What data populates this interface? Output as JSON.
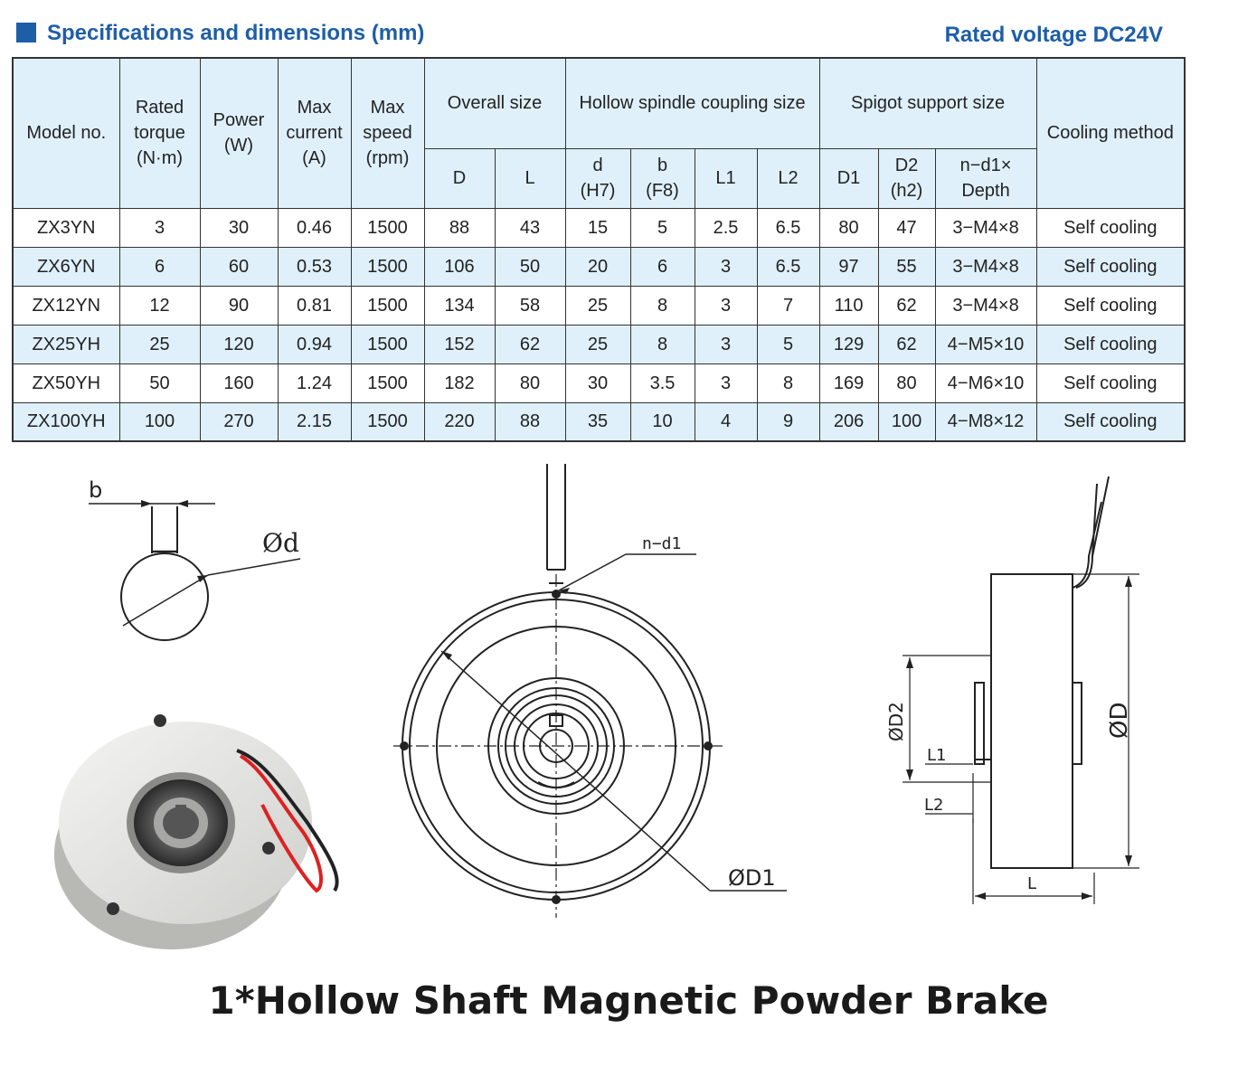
{
  "header": {
    "title": "Specifications and dimensions (mm)",
    "voltage": "Rated voltage DC24V"
  },
  "table": {
    "col_model": "Model no.",
    "col_torque": [
      "Rated",
      "torque",
      "(N·m)"
    ],
    "col_power": [
      "Power",
      "(W)"
    ],
    "col_current": [
      "Max",
      "current",
      "(A)"
    ],
    "col_speed": [
      "Max",
      "speed",
      "(rpm)"
    ],
    "group_overall": "Overall size",
    "group_hollow": "Hollow spindle coupling size",
    "group_spigot": "Spigot support size",
    "col_cooling": "Cooling method",
    "sub_D": "D",
    "sub_L": "L",
    "sub_d": [
      "d",
      "(H7)"
    ],
    "sub_b": [
      "b",
      "(F8)"
    ],
    "sub_L1": "L1",
    "sub_L2": "L2",
    "sub_D1": "D1",
    "sub_D2": [
      "D2",
      "(h2)"
    ],
    "sub_nd1": [
      "n−d1×",
      "Depth"
    ],
    "rows": [
      [
        "ZX3YN",
        "3",
        "30",
        "0.46",
        "1500",
        "88",
        "43",
        "15",
        "5",
        "2.5",
        "6.5",
        "80",
        "47",
        "3−M4×8",
        "Self cooling"
      ],
      [
        "ZX6YN",
        "6",
        "60",
        "0.53",
        "1500",
        "106",
        "50",
        "20",
        "6",
        "3",
        "6.5",
        "97",
        "55",
        "3−M4×8",
        "Self cooling"
      ],
      [
        "ZX12YN",
        "12",
        "90",
        "0.81",
        "1500",
        "134",
        "58",
        "25",
        "8",
        "3",
        "7",
        "110",
        "62",
        "3−M4×8",
        "Self cooling"
      ],
      [
        "ZX25YH",
        "25",
        "120",
        "0.94",
        "1500",
        "152",
        "62",
        "25",
        "8",
        "3",
        "5",
        "129",
        "62",
        "4−M5×10",
        "Self cooling"
      ],
      [
        "ZX50YH",
        "50",
        "160",
        "1.24",
        "1500",
        "182",
        "80",
        "30",
        "3.5",
        "3",
        "8",
        "169",
        "80",
        "4−M6×10",
        "Self cooling"
      ],
      [
        "ZX100YH",
        "100",
        "270",
        "2.15",
        "1500",
        "220",
        "88",
        "35",
        "10",
        "4",
        "9",
        "206",
        "100",
        "4−M8×12",
        "Self cooling"
      ]
    ]
  },
  "drawings": {
    "keyway_b": "b",
    "keyway_d": "Ød",
    "front_nd1": "n−d1",
    "front_D1": "ØD1",
    "side_D2": "ØD2",
    "side_D": "ØD",
    "side_L1": "L1",
    "side_L2": "L2",
    "side_L": "L"
  },
  "caption": "1*Hollow Shaft Magnetic Powder Brake"
}
